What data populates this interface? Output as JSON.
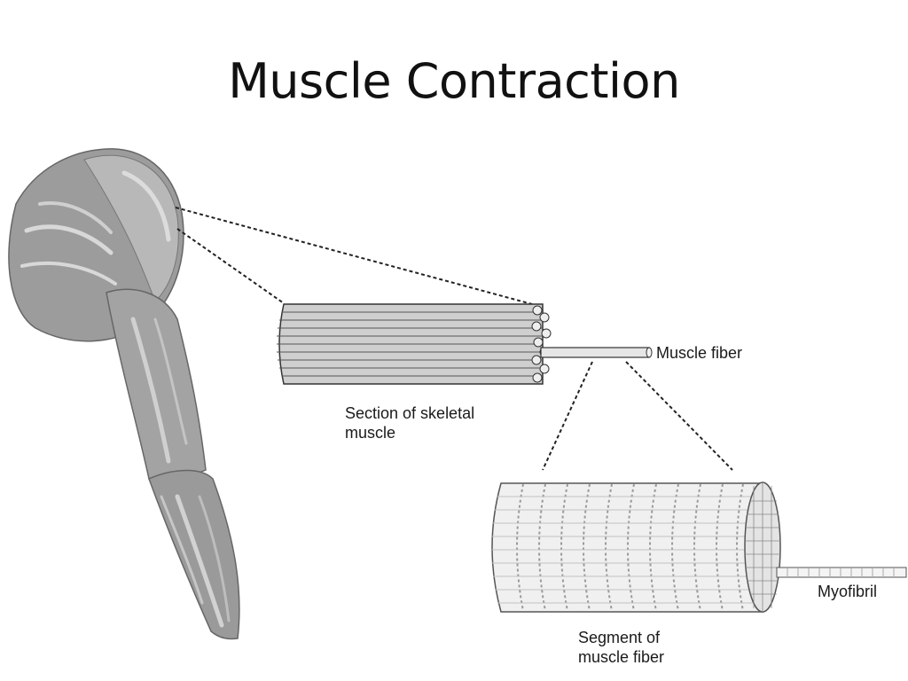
{
  "slide": {
    "title": "Muscle Contraction"
  },
  "labels": {
    "muscle_fiber": "Muscle fiber",
    "section_line1": "Section of skeletal",
    "section_line2": "muscle",
    "segment_line1": "Segment of",
    "segment_line2": "muscle fiber",
    "myofibril": "Myofibril"
  },
  "colors": {
    "muscle_fill": "#a9a9a9",
    "muscle_highlight": "#d6d6d6",
    "fiber_fill": "#e2e2e2",
    "outline": "#333333",
    "stripe": "#8a8a8a"
  }
}
